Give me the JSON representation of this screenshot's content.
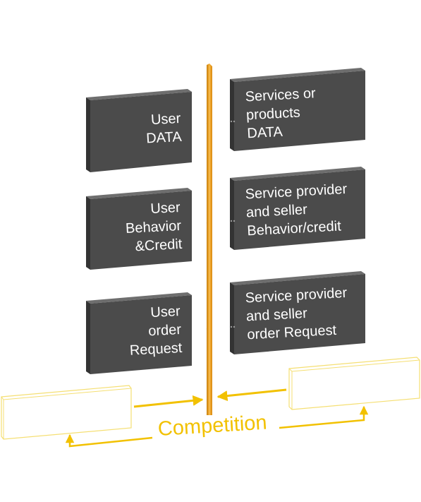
{
  "left_boxes": [
    {
      "label": "User\nDATA"
    },
    {
      "label": "User\nBehavior\n&Credit"
    },
    {
      "label": "User\norder\nRequest"
    }
  ],
  "right_boxes": [
    {
      "label": "Services or\nproducts\nDATA"
    },
    {
      "label": "Service provider\nand seller\nBehavior/credit"
    },
    {
      "label": "Service provider\nand seller\norder Request"
    }
  ],
  "competition_label": "Competition",
  "colors": {
    "box_front": "#4b4b4b",
    "box_top": "#6e6e6e",
    "box_side": "#333333",
    "pole": "#f0a11a",
    "pole_dark": "#c77f0c",
    "accent": "#f2c100",
    "outline": "#f5df73"
  }
}
